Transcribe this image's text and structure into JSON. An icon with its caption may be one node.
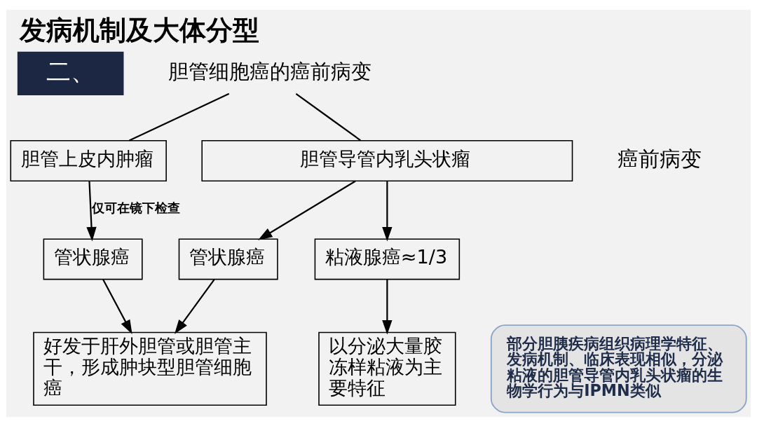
{
  "diagram": {
    "title": "发病机制及大体分型",
    "nodes": [
      {
        "text": [
          "二、"
        ]
      },
      {
        "text": [
          "胆管细胞癌的癌前病变"
        ]
      },
      {
        "text": [
          "胆管上皮内肿瘤"
        ]
      },
      {
        "text": [
          "胆管导管内乳头状瘤"
        ]
      },
      {
        "text": [
          "管状腺癌"
        ]
      },
      {
        "text": [
          "管状腺癌"
        ]
      },
      {
        "text": [
          "粘液腺癌≈1/3"
        ]
      },
      {
        "text": [
          "好发于肝外胆管或胆管主干，形成肿块型胆管细胞癌"
        ]
      },
      {
        "text": [
          "以分泌大量胶冻样粘液为主要特征"
        ]
      },
      {
        "text": [
          "部分胆胰疾病组织病理学特征、发病机制、临床表现相似，分泌粘液的胆管导管内乳头状瘤的生物学行为与IPMN类似"
        ]
      }
    ],
    "edges": [
      {
        "from": 1,
        "to": 2,
        "arrow": "none"
      },
      {
        "from": 1,
        "to": 3,
        "arrow": "none"
      },
      {
        "from": 2,
        "to": 4,
        "arrow": "to",
        "label": "仅可在镜下检查"
      },
      {
        "from": 3,
        "to": 5,
        "arrow": "to"
      },
      {
        "from": 3,
        "to": 6,
        "arrow": "to"
      },
      {
        "from": 4,
        "to": 7,
        "arrow": "to"
      },
      {
        "from": 5,
        "to": 7,
        "arrow": "to"
      },
      {
        "from": 6,
        "to": 8,
        "arrow": "to"
      }
    ],
    "labels": [
      "癌前病变"
    ]
  }
}
